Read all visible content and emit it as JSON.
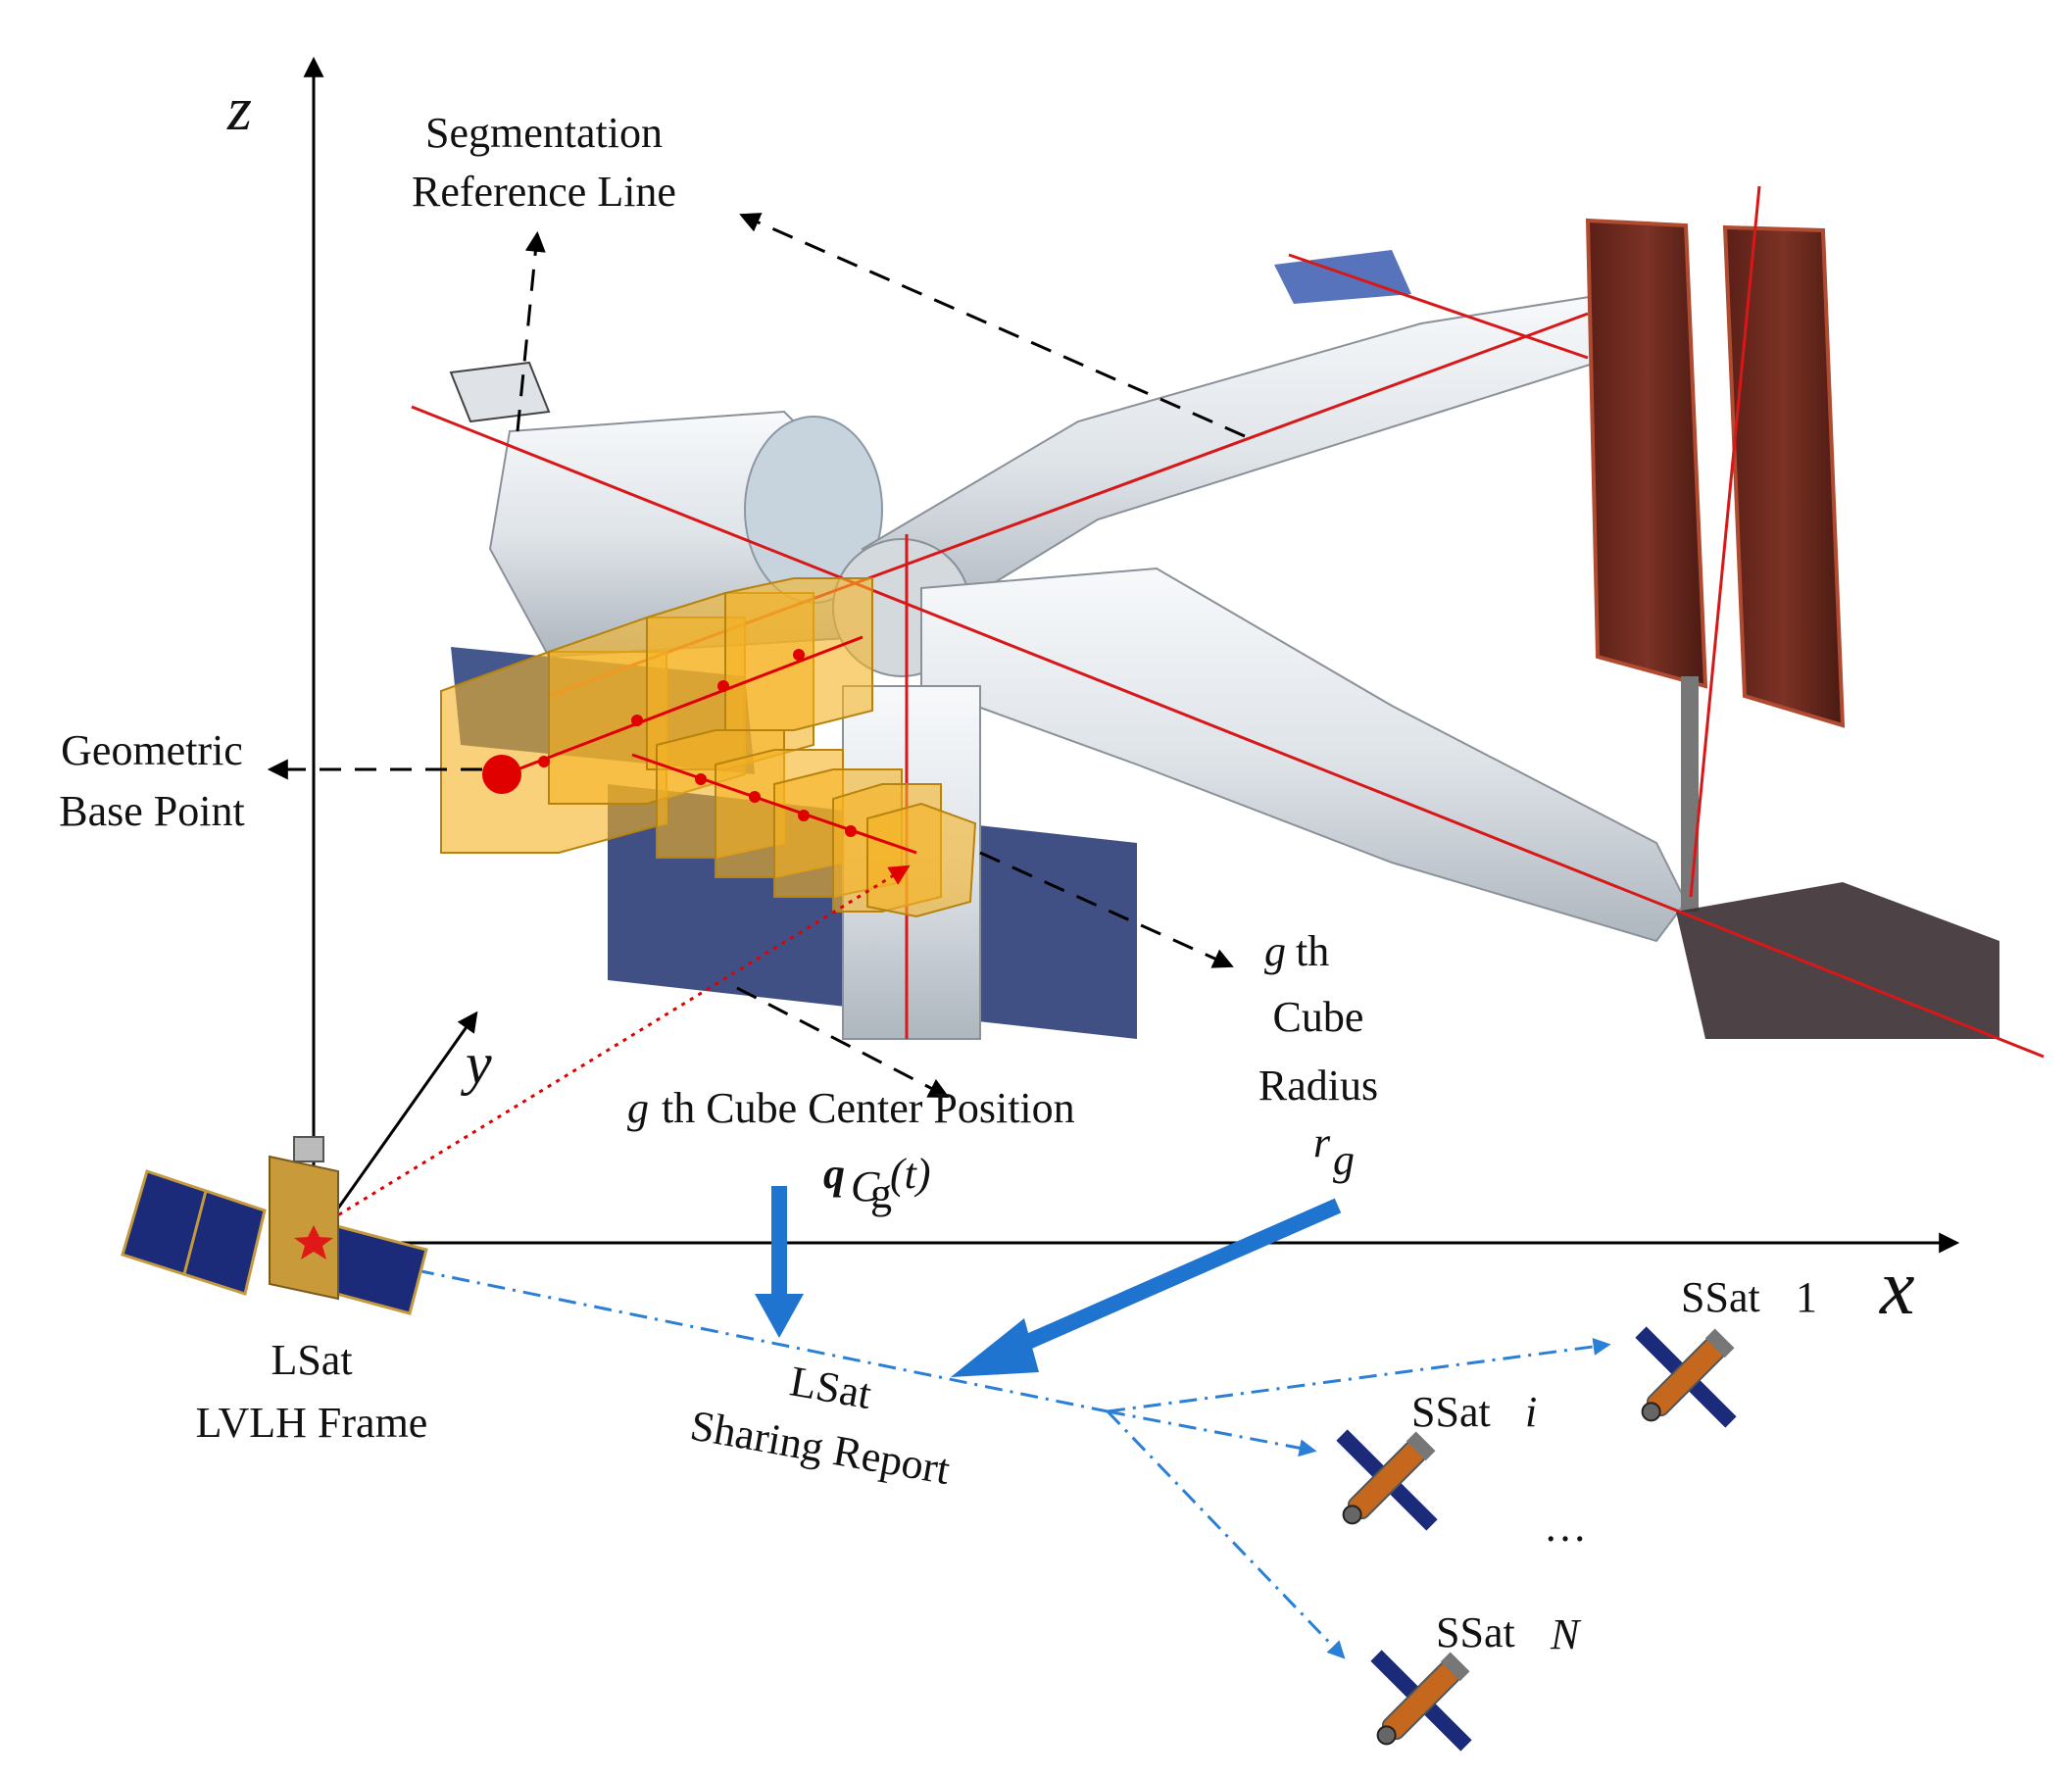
{
  "axes": {
    "x": "x",
    "y": "y",
    "z": "z"
  },
  "labels": {
    "segmentation_line1": "Segmentation",
    "segmentation_line2": "Reference Line",
    "geometric_line1": "Geometric",
    "geometric_line2": "Base Point",
    "gth_cube_g": "g",
    "gth_cube_th": "th",
    "gth_cube_cube": "Cube",
    "gth_cube_radius": "Radius",
    "r_g_r": "r",
    "r_g_sub": "g",
    "center_pos_g": "g",
    "center_pos_text": "th Cube Center Position",
    "q_symbol": "q",
    "q_sub_c": "C",
    "q_sub_g": "g",
    "q_arg": "(t)",
    "lsat_frame_line1": "LSat",
    "lsat_frame_line2": "LVLH Frame",
    "sharing_line1": "LSat",
    "sharing_line2": "Sharing Report",
    "ssat1_prefix": "SSat",
    "ssat1_index": "1",
    "ssati_prefix": "SSat",
    "ssati_index": "i",
    "ssatn_prefix": "SSat",
    "ssatn_index": "N",
    "ellipsis": "…"
  },
  "colors": {
    "axis": "#000000",
    "segmentation_line": "#d81818",
    "cube_fill": "#f5b323",
    "cube_point": "#e00000",
    "blue_arrow": "#1f74d0",
    "dashdot": "#2a7fd6",
    "station_body": "#e8ebee",
    "solar_panel_red": "#8a2a1a",
    "solar_panel_blue": "#1b2b7a"
  }
}
